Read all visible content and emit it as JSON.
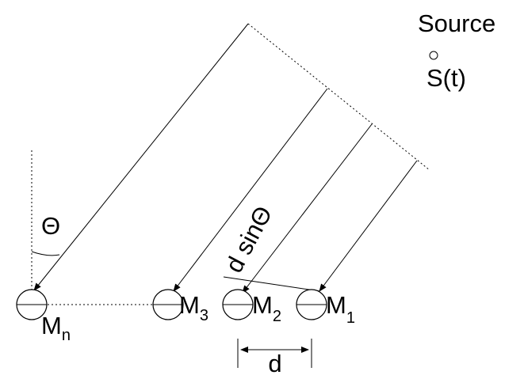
{
  "labels": {
    "source": "Source",
    "source_symbol": "S(t)",
    "theta": "Θ",
    "path_difference": "d sinΘ",
    "spacing": "d"
  },
  "microphones": [
    {
      "name": "M",
      "index": "n"
    },
    {
      "name": "M",
      "index": "3"
    },
    {
      "name": "M",
      "index": "2"
    },
    {
      "name": "M",
      "index": "1"
    }
  ],
  "colors": {
    "ink": "#000000",
    "background": "#ffffff"
  }
}
